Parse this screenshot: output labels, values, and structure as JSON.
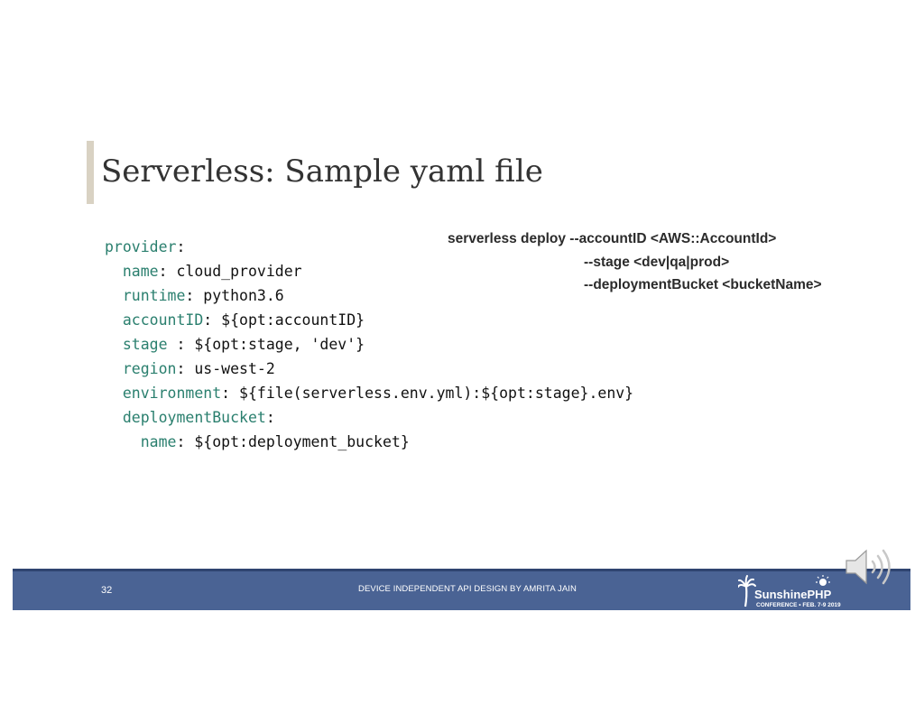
{
  "slide": {
    "title": "Serverless: Sample yaml file",
    "code_lines": [
      {
        "key": "provider",
        "sep": ":",
        "value": ""
      },
      {
        "key": "name",
        "sep": ": ",
        "value": "cloud_provider"
      },
      {
        "key": "runtime",
        "sep": ": ",
        "value": "python3.6"
      },
      {
        "key": "accountID",
        "sep": ": ",
        "value": "${opt:accountID}"
      },
      {
        "key": "stage",
        "sep": " : ",
        "value": "${opt:stage, 'dev'}"
      },
      {
        "key": "region",
        "sep": ": ",
        "value": "us-west-2"
      },
      {
        "key": "environment",
        "sep": ": ",
        "value": "${file(serverless.env.yml):${opt:stage}.env}"
      },
      {
        "key": "deploymentBucket",
        "sep": ":",
        "value": ""
      },
      {
        "key": "name",
        "sep": ": ",
        "value": "${opt:deployment_bucket}"
      }
    ],
    "command": {
      "line1": "serverless deploy --accountID <AWS::AccountId>",
      "line2": "--stage <dev|qa|prod>",
      "line3": "--deploymentBucket <bucketName>"
    }
  },
  "footer": {
    "page_number": "32",
    "text": "DEVICE INDEPENDENT API DESIGN BY AMRITA JAIN",
    "logo_name": "SunshinePHP",
    "logo_sub": "CONFERENCE • FEB. 7-9 2019"
  },
  "colors": {
    "footer_bg": "#4a6394",
    "yaml_key": "#2a7f6e",
    "title_accent": "#d9d2c3"
  },
  "icons": {
    "speaker": "speaker-audio-icon",
    "logo": "sunshinephp-palm-sun-logo"
  }
}
